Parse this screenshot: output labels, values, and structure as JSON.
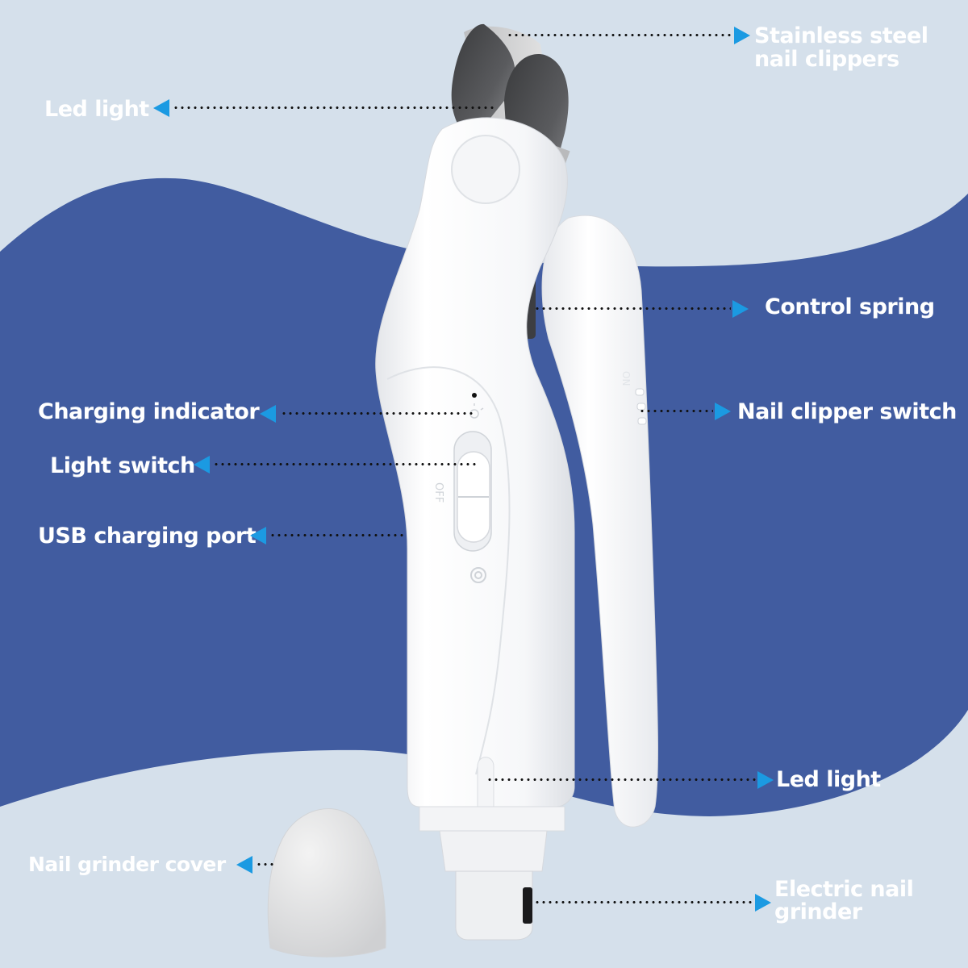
{
  "colors": {
    "background_light": "#d5e0eb",
    "wave_blue": "#415ca0",
    "arrow_blue": "#1b9ae2",
    "label_text": "#ffffff",
    "leader_dots": "#111111"
  },
  "product": {
    "switch_marking": "OFF",
    "lever_marking": "ON"
  },
  "labels": {
    "stainless_steel": {
      "line1": "Stainless steel",
      "line2": "nail clippers"
    },
    "led_light_top": "Led light",
    "control_spring": "Control spring",
    "charging_indicator": "Charging indicator",
    "nail_clipper_switch": "Nail clipper switch",
    "light_switch": "Light switch",
    "usb_charging_port": "USB charging port",
    "led_light_bottom": "Led light",
    "nail_grinder_cover": "Nail grinder cover",
    "electric_grinder": {
      "line1": "Electric nail",
      "line2": "grinder"
    }
  },
  "icons": {
    "callout_arrow": "triangle-pointer",
    "indicator_symbol": "light-bulb-icon",
    "port_symbol": "power-circle-icon"
  }
}
